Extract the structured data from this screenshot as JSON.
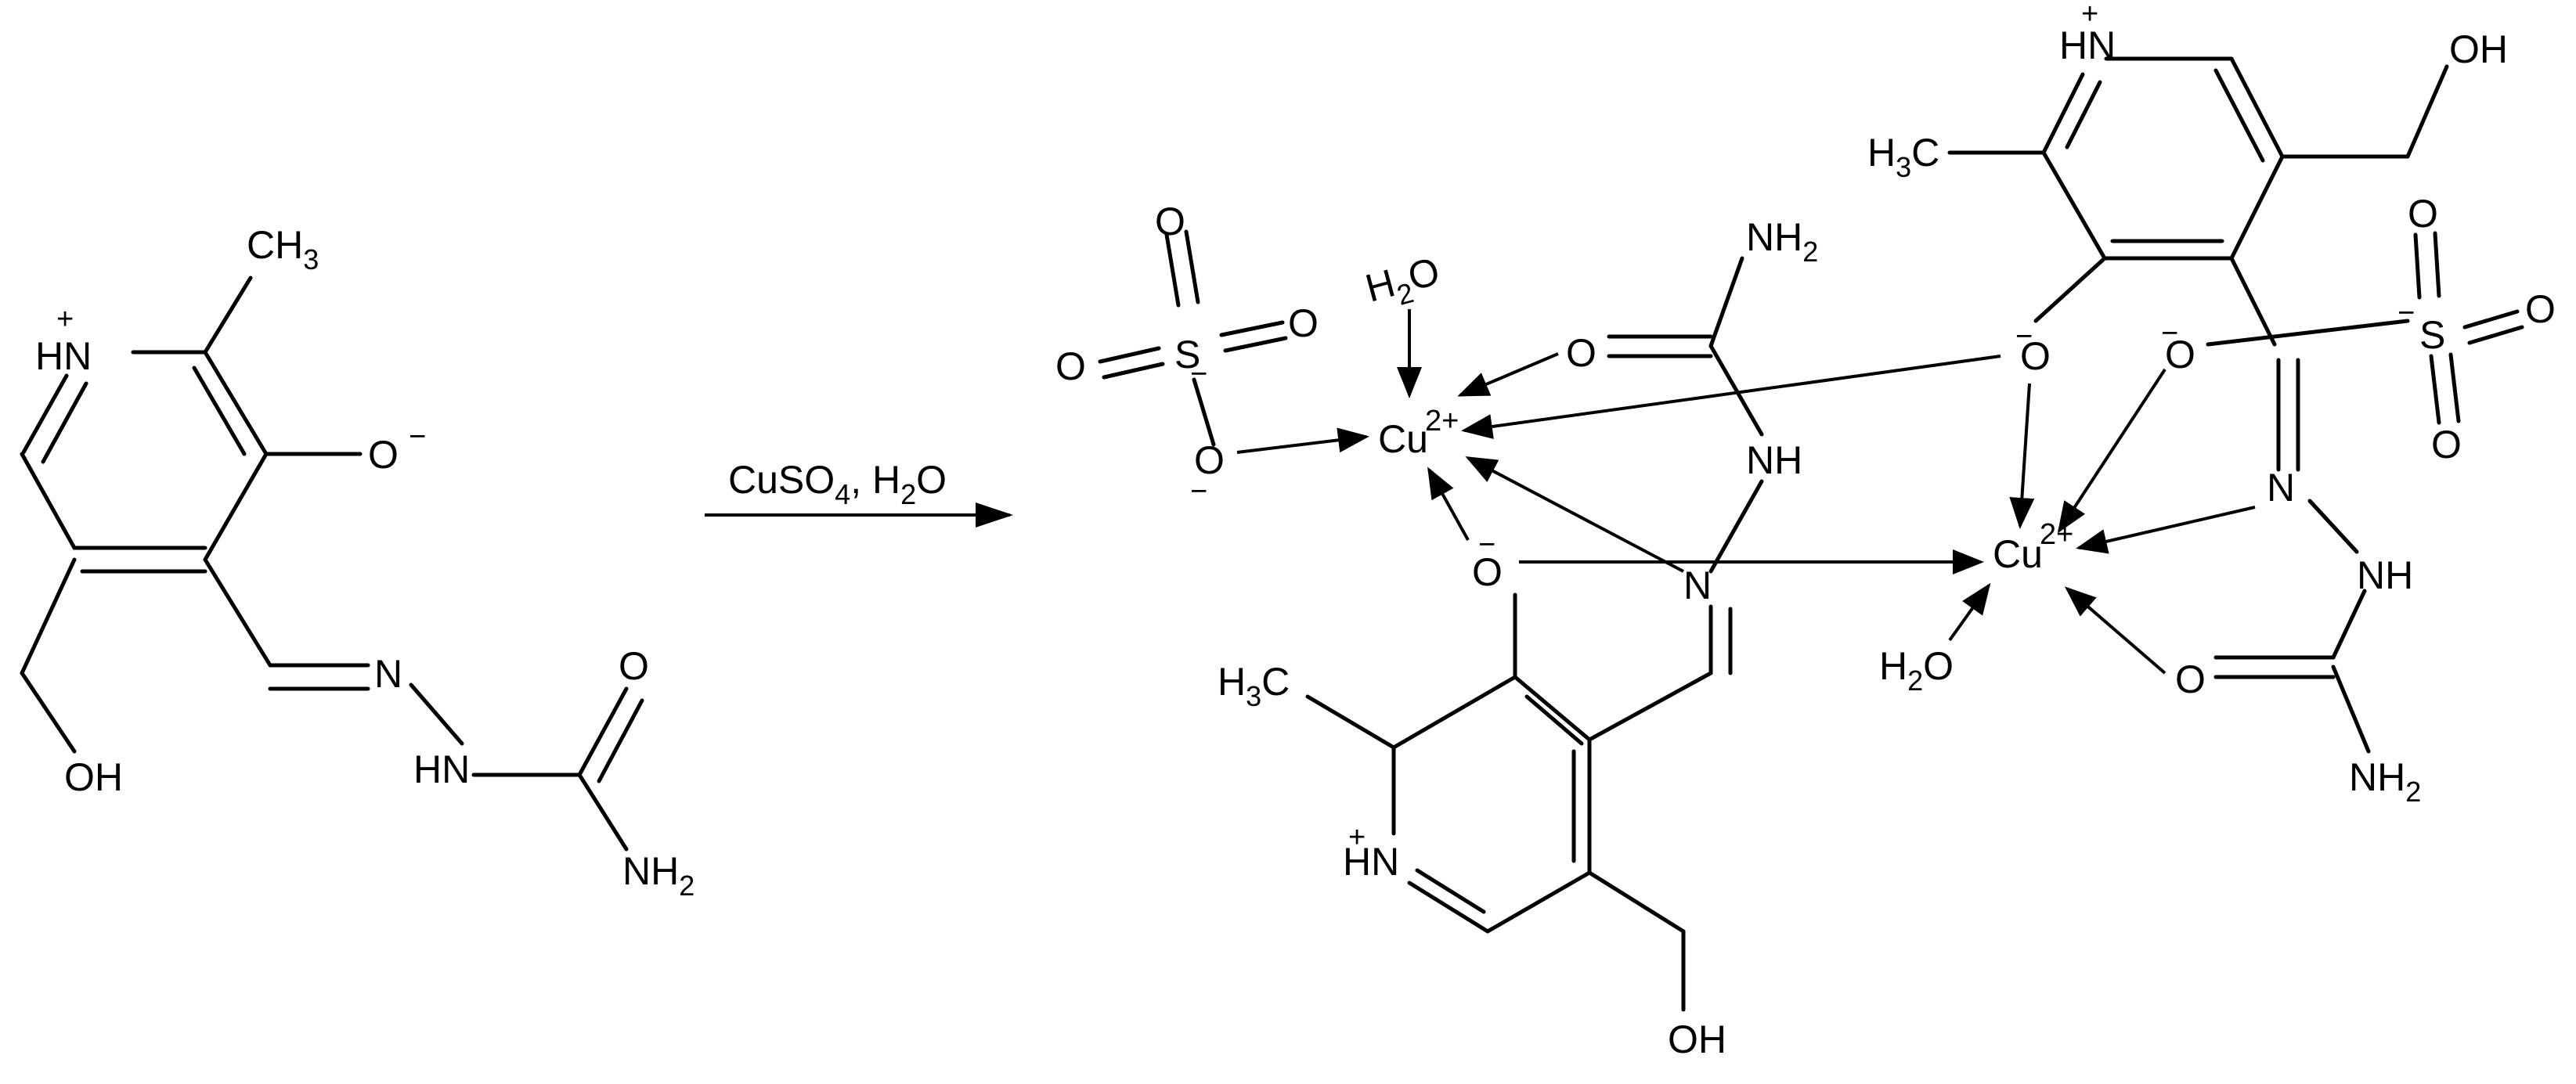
{
  "reactant": {
    "nh_plus": "HN",
    "plus": "+",
    "ch3_c": "CH",
    "ch3_3": "3",
    "o_minus": "O",
    "minus": "−",
    "n_imine": "N",
    "hn": "HN",
    "o_carbonyl": "O",
    "nh2_n": "NH",
    "nh2_2": "2",
    "oh": "OH"
  },
  "reagent": {
    "cuso4_a": "CuSO",
    "cuso4_4": "4",
    "cuso4_b": ", H",
    "h2o_2": "2",
    "cuso4_c": "O"
  },
  "product": {
    "sulfate_left": {
      "o1": "O",
      "o2": "O",
      "s": "S",
      "o3": "O",
      "o4": "O",
      "minus": "−"
    },
    "sulfate_right": {
      "o1": "O",
      "o2": "O",
      "s": "S",
      "o3": "O",
      "minus": "−"
    },
    "water_left": {
      "h": "H",
      "sub": "2",
      "o": "O"
    },
    "water_right": {
      "h": "H",
      "sub": "2",
      "o": "O"
    },
    "cu_left": {
      "cu": "Cu",
      "charge": "2+"
    },
    "cu_right": {
      "cu": "Cu",
      "charge": "2+"
    },
    "top_ligand": {
      "nh_plus": "HN",
      "plus": "+",
      "oh": "OH",
      "h3c_h": "H",
      "h3c_3": "3",
      "h3c_c": "C",
      "o_minus": "O",
      "minus": "−",
      "o_sulf": "O",
      "sulf_minus": "−",
      "n_imine": "N",
      "nh": "NH",
      "o_carbonyl": "O",
      "nh2": "NH",
      "nh2_2": "2"
    },
    "bottom_ligand": {
      "o_carbonyl": "O",
      "nh2": "NH",
      "nh2_2": "2",
      "nh": "NH",
      "n_imine": "N",
      "o_minus": "O",
      "minus": "−",
      "h3c_h": "H",
      "h3c_3": "3",
      "h3c_c": "C",
      "hn_plus": "HN",
      "plus": "+",
      "oh": "OH"
    }
  }
}
